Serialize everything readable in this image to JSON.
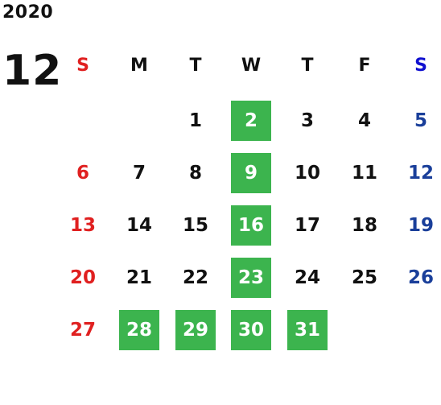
{
  "calendar": {
    "year": "2020",
    "month": "12",
    "weekdays": [
      "S",
      "M",
      "T",
      "W",
      "T",
      "F",
      "S"
    ],
    "weeks": [
      [
        "",
        "",
        "1",
        "2",
        "3",
        "4",
        "5"
      ],
      [
        "6",
        "7",
        "8",
        "9",
        "10",
        "11",
        "12"
      ],
      [
        "13",
        "14",
        "15",
        "16",
        "17",
        "18",
        "19"
      ],
      [
        "20",
        "21",
        "22",
        "23",
        "24",
        "25",
        "26"
      ],
      [
        "27",
        "28",
        "29",
        "30",
        "31",
        "",
        ""
      ]
    ],
    "highlighted_days": [
      "2",
      "9",
      "16",
      "23",
      "28",
      "29",
      "30",
      "31"
    ],
    "colors": {
      "sunday": "#e02020",
      "saturday": "#1a3f9a",
      "saturday_header": "#1010d0",
      "weekday": "#111111",
      "highlight_bg": "#3cb44e",
      "highlight_text": "#ffffff"
    }
  }
}
